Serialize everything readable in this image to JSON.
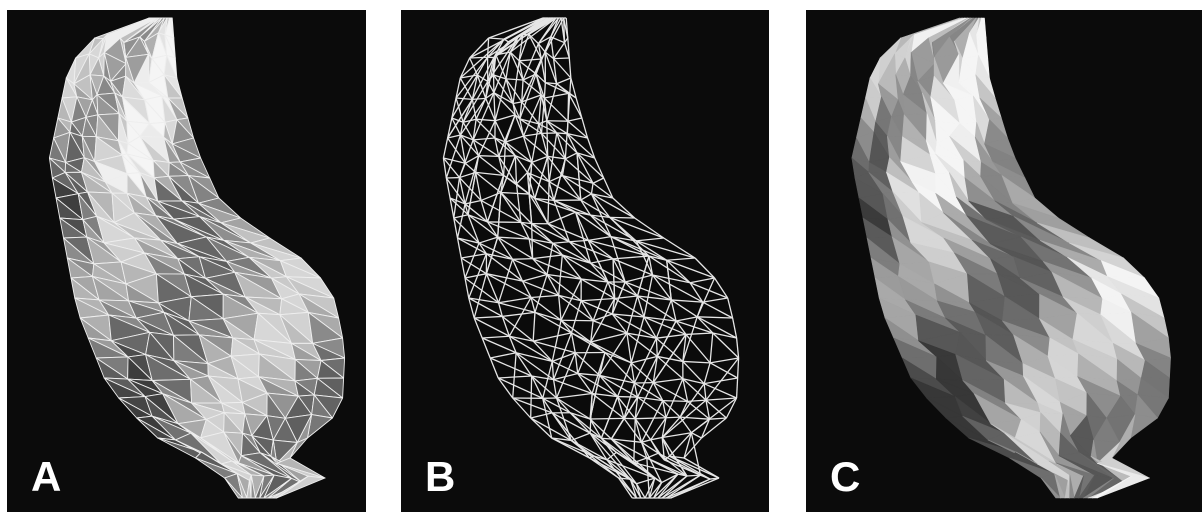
{
  "figure": {
    "panels": [
      {
        "label": "A",
        "style": "shaded mesh with visible edges"
      },
      {
        "label": "B",
        "style": "wireframe mesh"
      },
      {
        "label": "C",
        "style": "flat-shaded surface"
      }
    ],
    "colors": {
      "background": "#0b0b0b",
      "edge": "#e6e6e6",
      "text": "#ffffff"
    }
  }
}
